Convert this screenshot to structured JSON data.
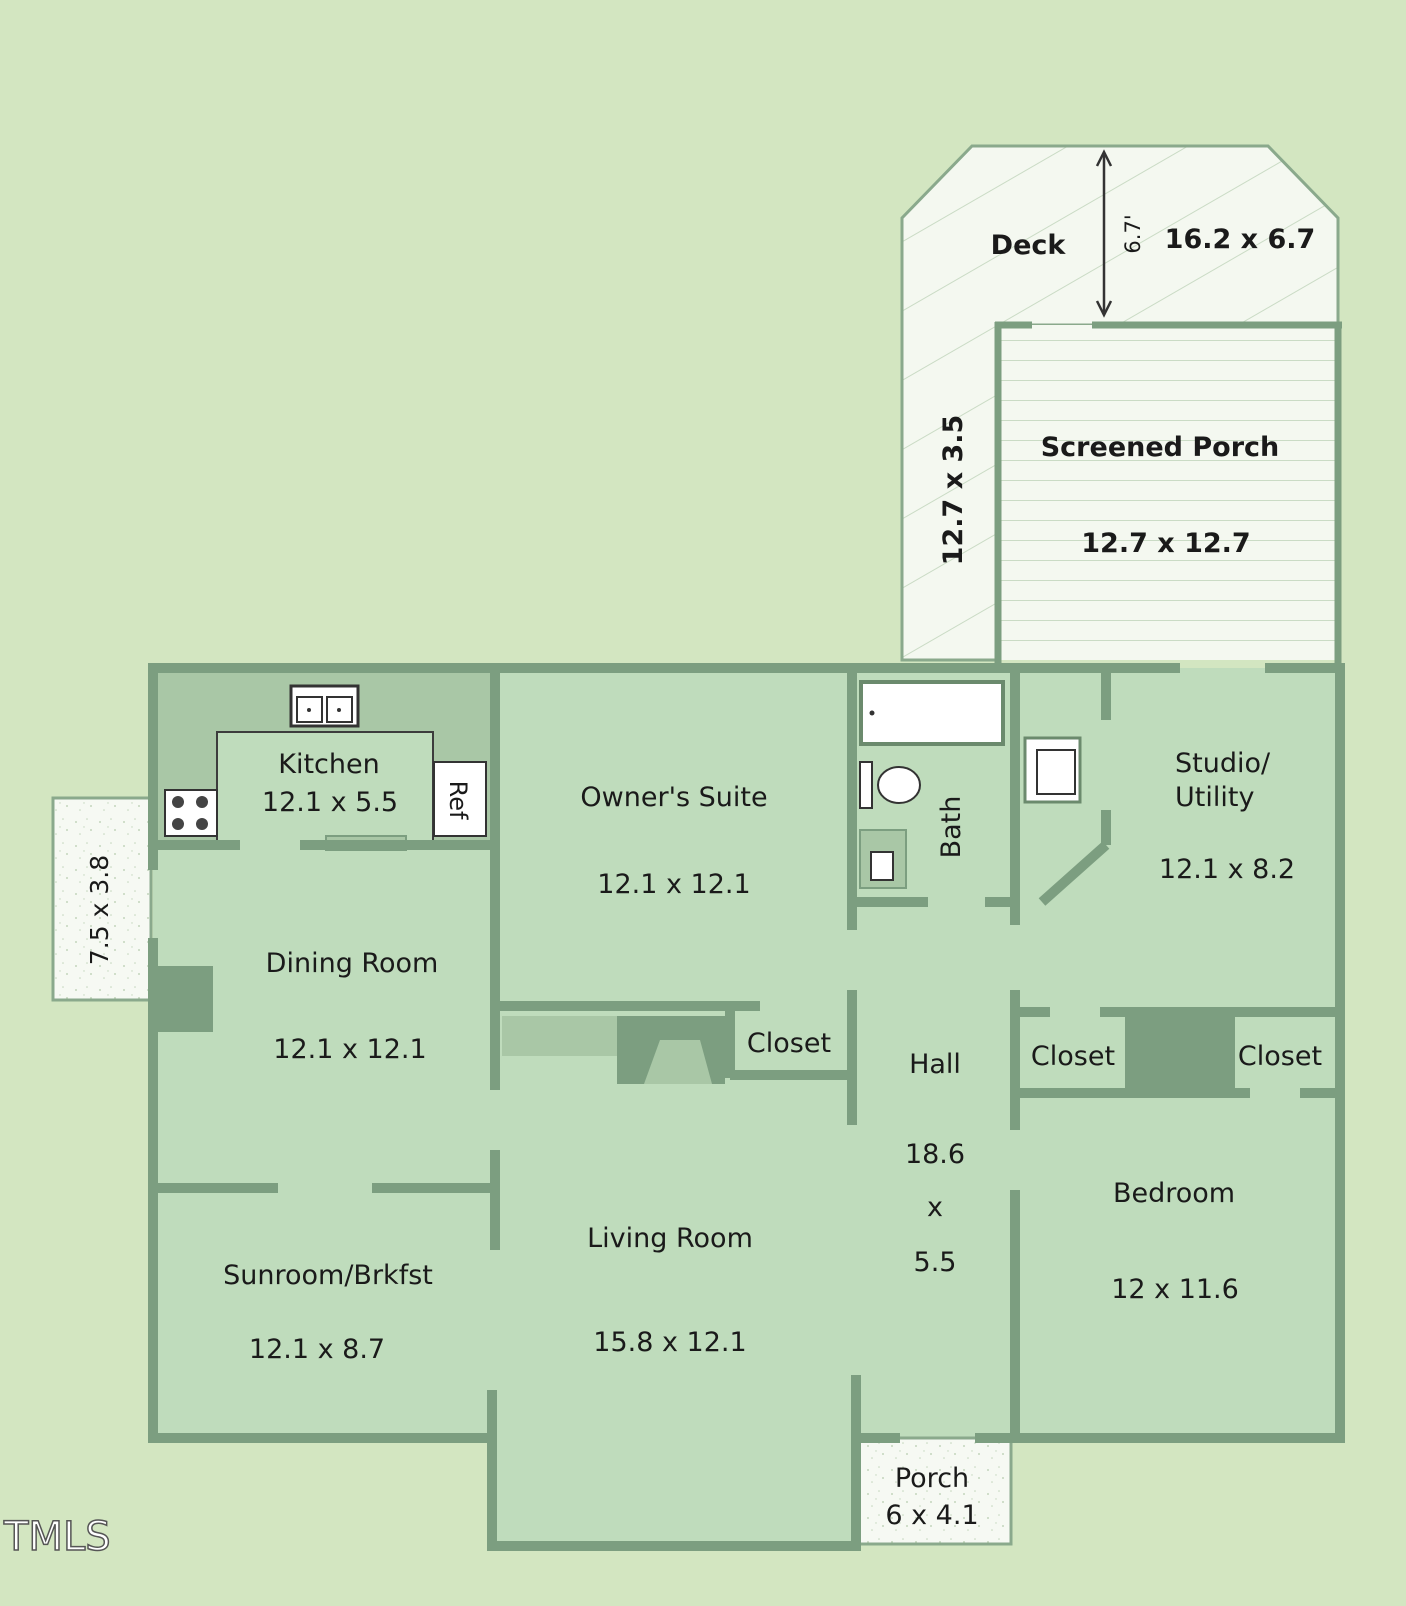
{
  "deck": {
    "name": "Deck",
    "dims": "16.2 x 6.7",
    "height_dim": "6.7'"
  },
  "side_deck": {
    "dims": "12.7 x 3.5"
  },
  "screened_porch": {
    "name": "Screened Porch",
    "dims": "12.7 x 12.7"
  },
  "left_porch": {
    "dims": "7.5 x 3.8"
  },
  "kitchen": {
    "name": "Kitchen",
    "dims": "12.1 x 5.5",
    "ref_label": "Ref"
  },
  "owners_suite": {
    "name": "Owner's Suite",
    "dims": "12.1 x 12.1"
  },
  "bath": {
    "name": "Bath"
  },
  "studio": {
    "name_line1": "Studio/",
    "name_line2": "Utility",
    "dims": "12.1 x 8.2"
  },
  "dining_room": {
    "name": "Dining Room",
    "dims": "12.1 x 12.1"
  },
  "closet_living": {
    "name": "Closet"
  },
  "hall": {
    "name": "Hall",
    "dim1": "18.6",
    "dim_x": "x",
    "dim2": "5.5"
  },
  "closet_left": {
    "name": "Closet"
  },
  "closet_right": {
    "name": "Closet"
  },
  "bedroom": {
    "name": "Bedroom",
    "dims": "12 x 11.6"
  },
  "sunroom": {
    "name": "Sunroom/Brkfst",
    "dims": "12.1 x 8.7"
  },
  "living_room": {
    "name": "Living Room",
    "dims": "15.8 x 12.1"
  },
  "front_porch": {
    "name": "Porch",
    "dims": "6 x 4.1"
  },
  "watermark": {
    "text": "TMLS"
  },
  "colors": {
    "background": "#d3e6c1",
    "floor": "#bfdcbc",
    "wall": "#7c9e80",
    "kitchen_counter": "#a9c7a6",
    "deck_fill": "#f4f8f0",
    "deck_line": "#c7d8c2"
  }
}
